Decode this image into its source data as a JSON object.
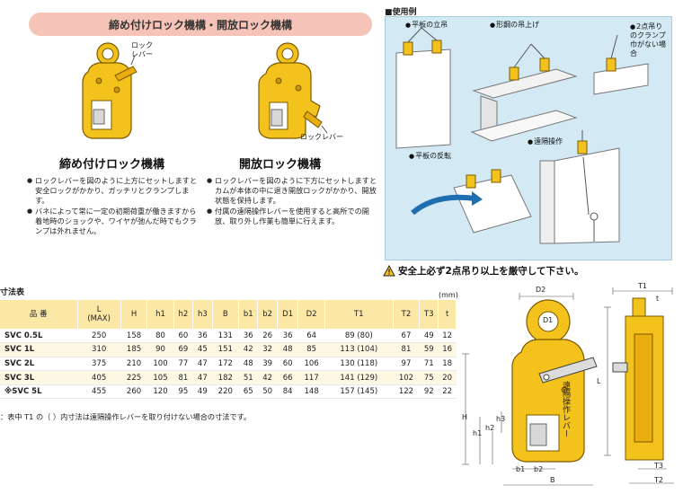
{
  "banner": "締め付けロック機構・開放ロック機構",
  "mechanisms": [
    {
      "title": "締め付けロック機構",
      "lever_label": "ロック\nレバー",
      "bullets": [
        "ロックレバーを図のように上方にセットしますと安全ロックがかかり、ガッチリとクランプします。",
        "バネによって常に一定の初期荷重が働きますから着地時のショックや、ワイヤが弛んだ時でもクランプは外れません。"
      ]
    },
    {
      "title": "開放ロック機構",
      "lever_label": "ロックレバー",
      "bullets": [
        "ロックレバーを図のように下方にセットしますとカムが本体の中に退き開放ロックがかかり、開放状態を保持します。",
        "付属の遠隔操作レバーを使用すると高所での開放、取り外し作業も簡単に行えます。"
      ]
    }
  ],
  "usage": {
    "title": "使用例",
    "labels": {
      "vertical": "平板の立吊",
      "section": "形鋼の吊上げ",
      "two_point": "2点吊りのクランプ巾がない場合",
      "flip": "平板の反転",
      "remote": "遠隔操作"
    },
    "warning": "安全上必ず2点吊り以上を厳守して下さい。"
  },
  "dimensions": {
    "title": "寸法表",
    "unit": "(mm)",
    "headers": [
      "品 番",
      "L\n(MAX)",
      "H",
      "h1",
      "h2",
      "h3",
      "B",
      "b1",
      "b2",
      "D1",
      "D2",
      "T1",
      "T2",
      "T3",
      "t"
    ],
    "rows": [
      [
        "SVC 0.5L",
        "250",
        "158",
        "80",
        "60",
        "36",
        "131",
        "36",
        "26",
        "36",
        "64",
        "89 (80)",
        "67",
        "49",
        "12"
      ],
      [
        "SVC 1L",
        "310",
        "185",
        "90",
        "69",
        "45",
        "151",
        "42",
        "32",
        "48",
        "85",
        "113 (104)",
        "81",
        "59",
        "16"
      ],
      [
        "SVC 2L",
        "375",
        "210",
        "100",
        "77",
        "47",
        "172",
        "48",
        "39",
        "60",
        "106",
        "130 (118)",
        "97",
        "71",
        "18"
      ],
      [
        "SVC 3L",
        "405",
        "225",
        "105",
        "81",
        "47",
        "182",
        "51",
        "42",
        "66",
        "117",
        "141 (129)",
        "102",
        "75",
        "20"
      ],
      [
        "※SVC 5L",
        "455",
        "260",
        "120",
        "95",
        "49",
        "220",
        "65",
        "50",
        "84",
        "148",
        "157 (145)",
        "122",
        "92",
        "22"
      ]
    ],
    "note": "：表中 T1 の（ ）内寸法は遠隔操作レバーを取り付けない場合の寸法です。"
  },
  "drawing": {
    "labels": [
      "D2",
      "D1",
      "T1",
      "t",
      "L",
      "H",
      "h1",
      "h2",
      "h3",
      "b1",
      "b2",
      "B",
      "T3",
      "T2"
    ],
    "remote_lever": "遠隔操作レバー"
  }
}
